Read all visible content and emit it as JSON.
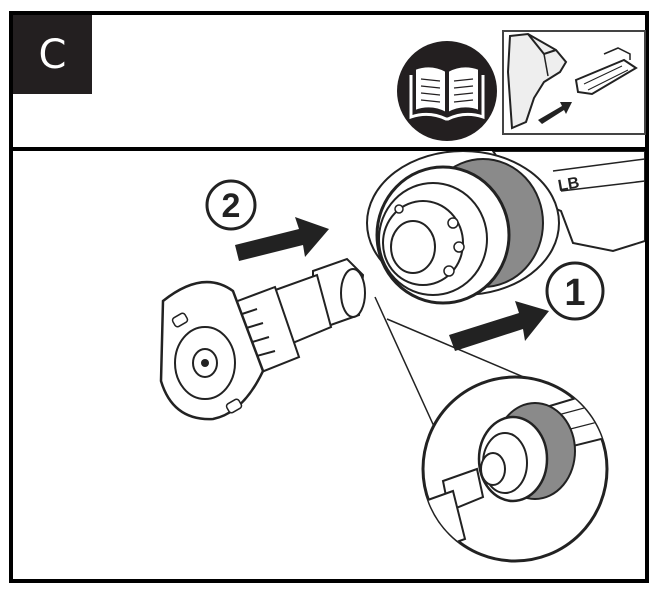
{
  "step": {
    "letter": "C"
  },
  "callouts": {
    "first": "1",
    "second": "2"
  },
  "icons": {
    "manual": "open-book-icon",
    "thumbnail": "connector-thumbnail",
    "arrow": "push-arrow-icon"
  },
  "colors": {
    "ink": "#231f20",
    "paper": "#ffffff",
    "gray": "#8a8a8a"
  }
}
